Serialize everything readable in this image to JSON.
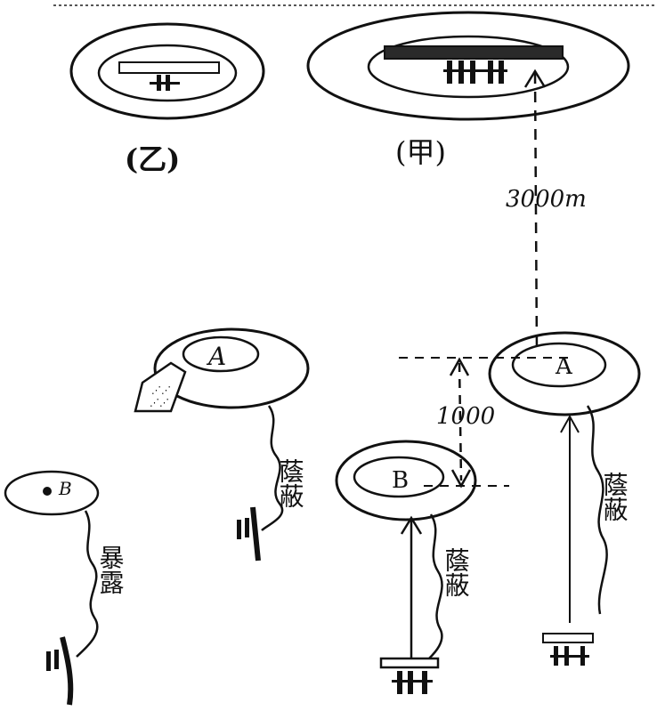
{
  "labels": {
    "yi": "(乙)",
    "jia": "(甲)",
    "dist_3000": "3000m",
    "dist_1000": "1000",
    "pt_a": "A",
    "pt_b": "B",
    "pt_b_small": "B",
    "yinbi": "蔭蔽",
    "baolu": "暴露"
  },
  "colors": {
    "ink": "#111111",
    "paper": "#ffffff"
  },
  "icons": {
    "weapon": "machine-gun-icon",
    "target": "target-bar-icon"
  }
}
